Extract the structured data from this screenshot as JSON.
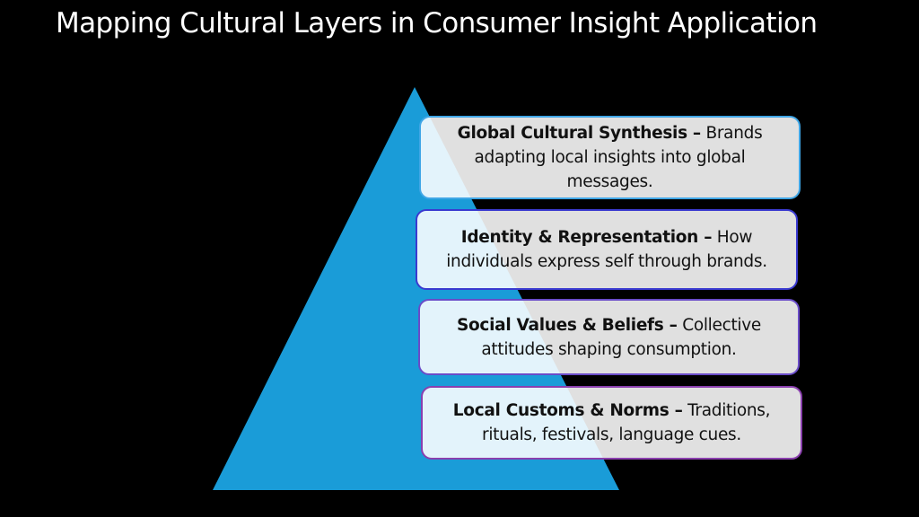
{
  "title": "Mapping Cultural Layers in Consumer Insight Application",
  "colors": {
    "pyramid": "#1a9cd8",
    "background": "#000000"
  },
  "layers": [
    {
      "heading": "Global Cultural Synthesis –",
      "text": " Brands adapting local insights into global messages.",
      "border": "#3fa6e6"
    },
    {
      "heading": "Identity & Representation –",
      "text": " How individuals express self through brands.",
      "border": "#3a3ad0"
    },
    {
      "heading": "Social Values & Beliefs –",
      "text": " Collective attitudes shaping consumption.",
      "border": "#6a4cc8"
    },
    {
      "heading": "Local Customs & Norms –",
      "text": " Traditions, rituals, festivals, language cues.",
      "border": "#8a3fae"
    }
  ]
}
